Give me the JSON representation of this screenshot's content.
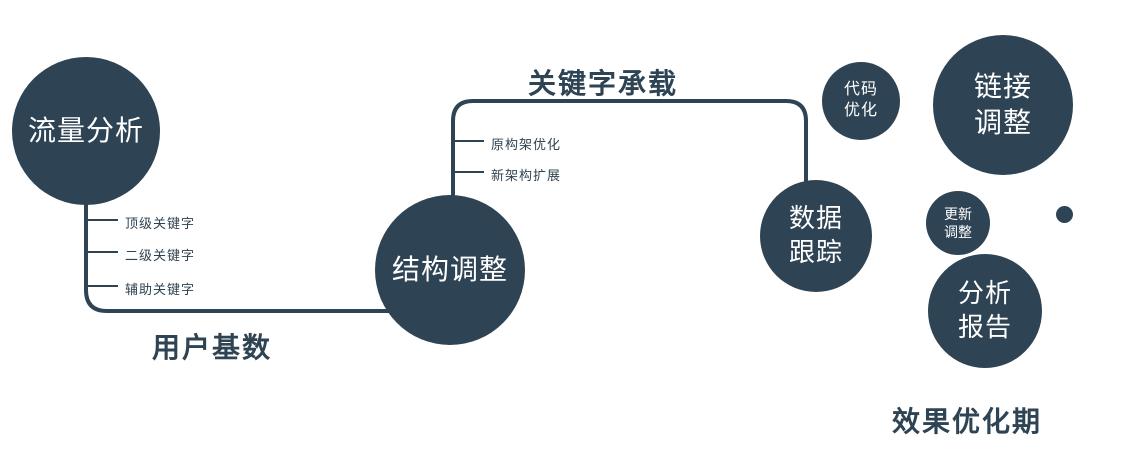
{
  "palette": {
    "primary": "#2e4353",
    "node_text": "#ffffff",
    "background": "#ffffff"
  },
  "nodes": {
    "traffic_analysis": {
      "label": "流量分析"
    },
    "structure_adjust": {
      "label": "结构调整"
    },
    "data_tracking": {
      "line1": "数据",
      "line2": "跟踪"
    },
    "code_optimize": {
      "line1": "代码",
      "line2": "优化"
    },
    "link_adjust": {
      "line1": "链接",
      "line2": "调整"
    },
    "update_adjust": {
      "line1": "更新",
      "line2": "调整"
    },
    "analysis_report": {
      "line1": "分析",
      "line2": "报告"
    }
  },
  "edge_labels": {
    "user_base": "用户基数",
    "keyword_carry": "关键字承载"
  },
  "ticks": {
    "traffic": [
      "顶级关键字",
      "二级关键字",
      "辅助关键字"
    ],
    "structure": [
      "原构架优化",
      "新架构扩展"
    ]
  },
  "footer": {
    "label": "效果优化期"
  }
}
